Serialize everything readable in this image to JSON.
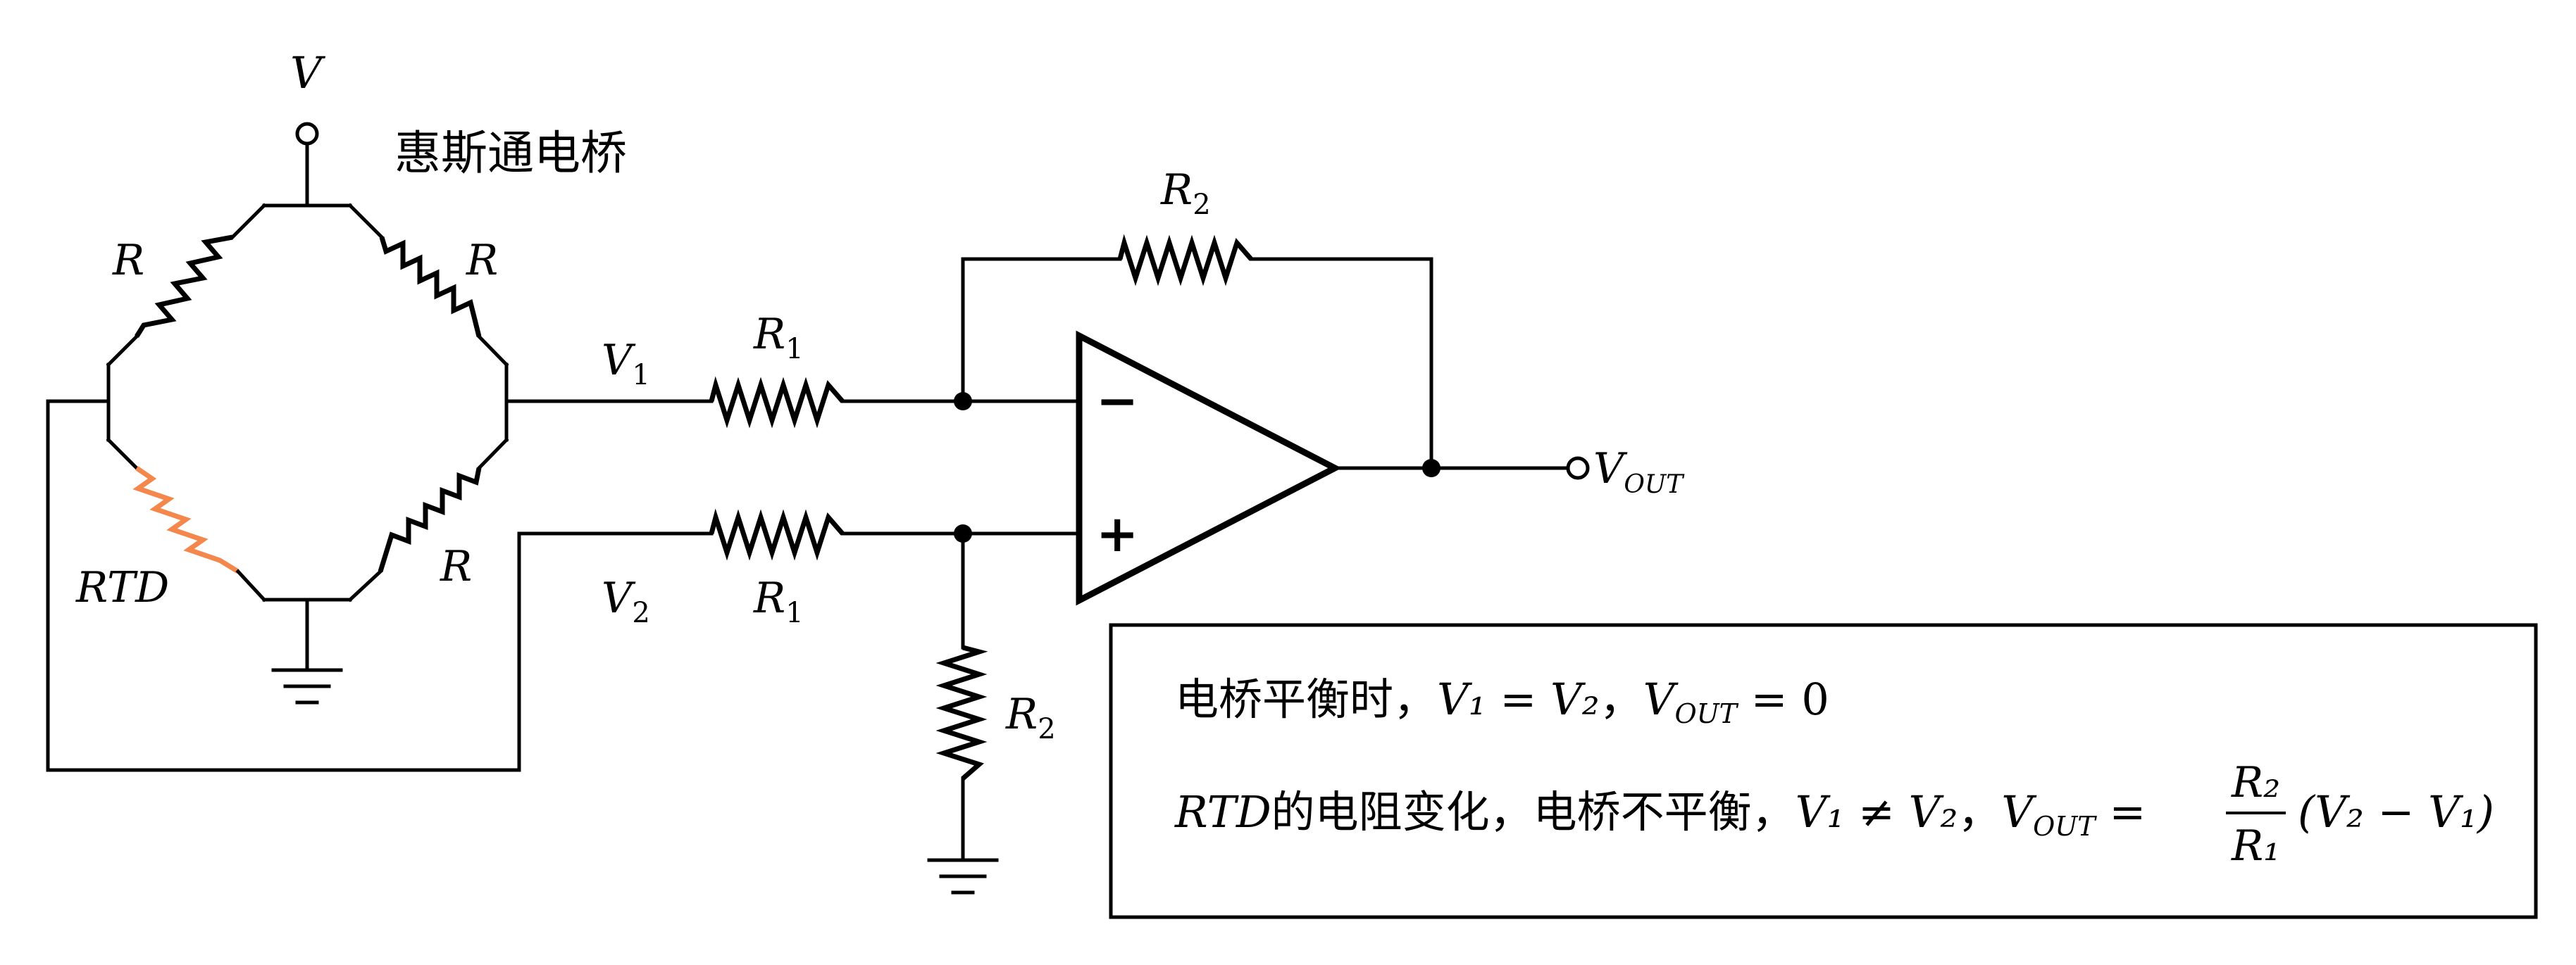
{
  "labels": {
    "supply": "V",
    "bridge_title": "惠斯通电桥",
    "r_top_left": "R",
    "r_top_right": "R",
    "r_bottom_right": "R",
    "rtd": "RTD",
    "v1": "V",
    "v1_sub": "1",
    "v2": "V",
    "v2_sub": "2",
    "r1_top": "R",
    "r1_top_sub": "1",
    "r1_bottom": "R",
    "r1_bottom_sub": "1",
    "r2_feedback": "R",
    "r2_feedback_sub": "2",
    "r2_ground": "R",
    "r2_ground_sub": "2",
    "vout": "V",
    "vout_sub": "OUT",
    "opamp_minus": "−",
    "opamp_plus": "+"
  },
  "note": {
    "line1_cn": "电桥平衡时，",
    "line1_eq1": "V₁ = V₂",
    "line1_sep": "，",
    "line1_v": "V",
    "line1_vsub": "OUT",
    "line1_eq2": " = 0",
    "line2_rtd": "RTD",
    "line2_cn": "的电阻变化，电桥不平衡，",
    "line2_neq": "V₁ ≠ V₂",
    "line2_sep": "，",
    "line2_v": "V",
    "line2_vsub": "OUT",
    "line2_eq": " =",
    "frac_num": "R₂",
    "frac_den": "R₁",
    "line2_tail": "(V₂ − V₁)"
  },
  "colors": {
    "rtd": "#f4874b",
    "wire": "#000000"
  }
}
